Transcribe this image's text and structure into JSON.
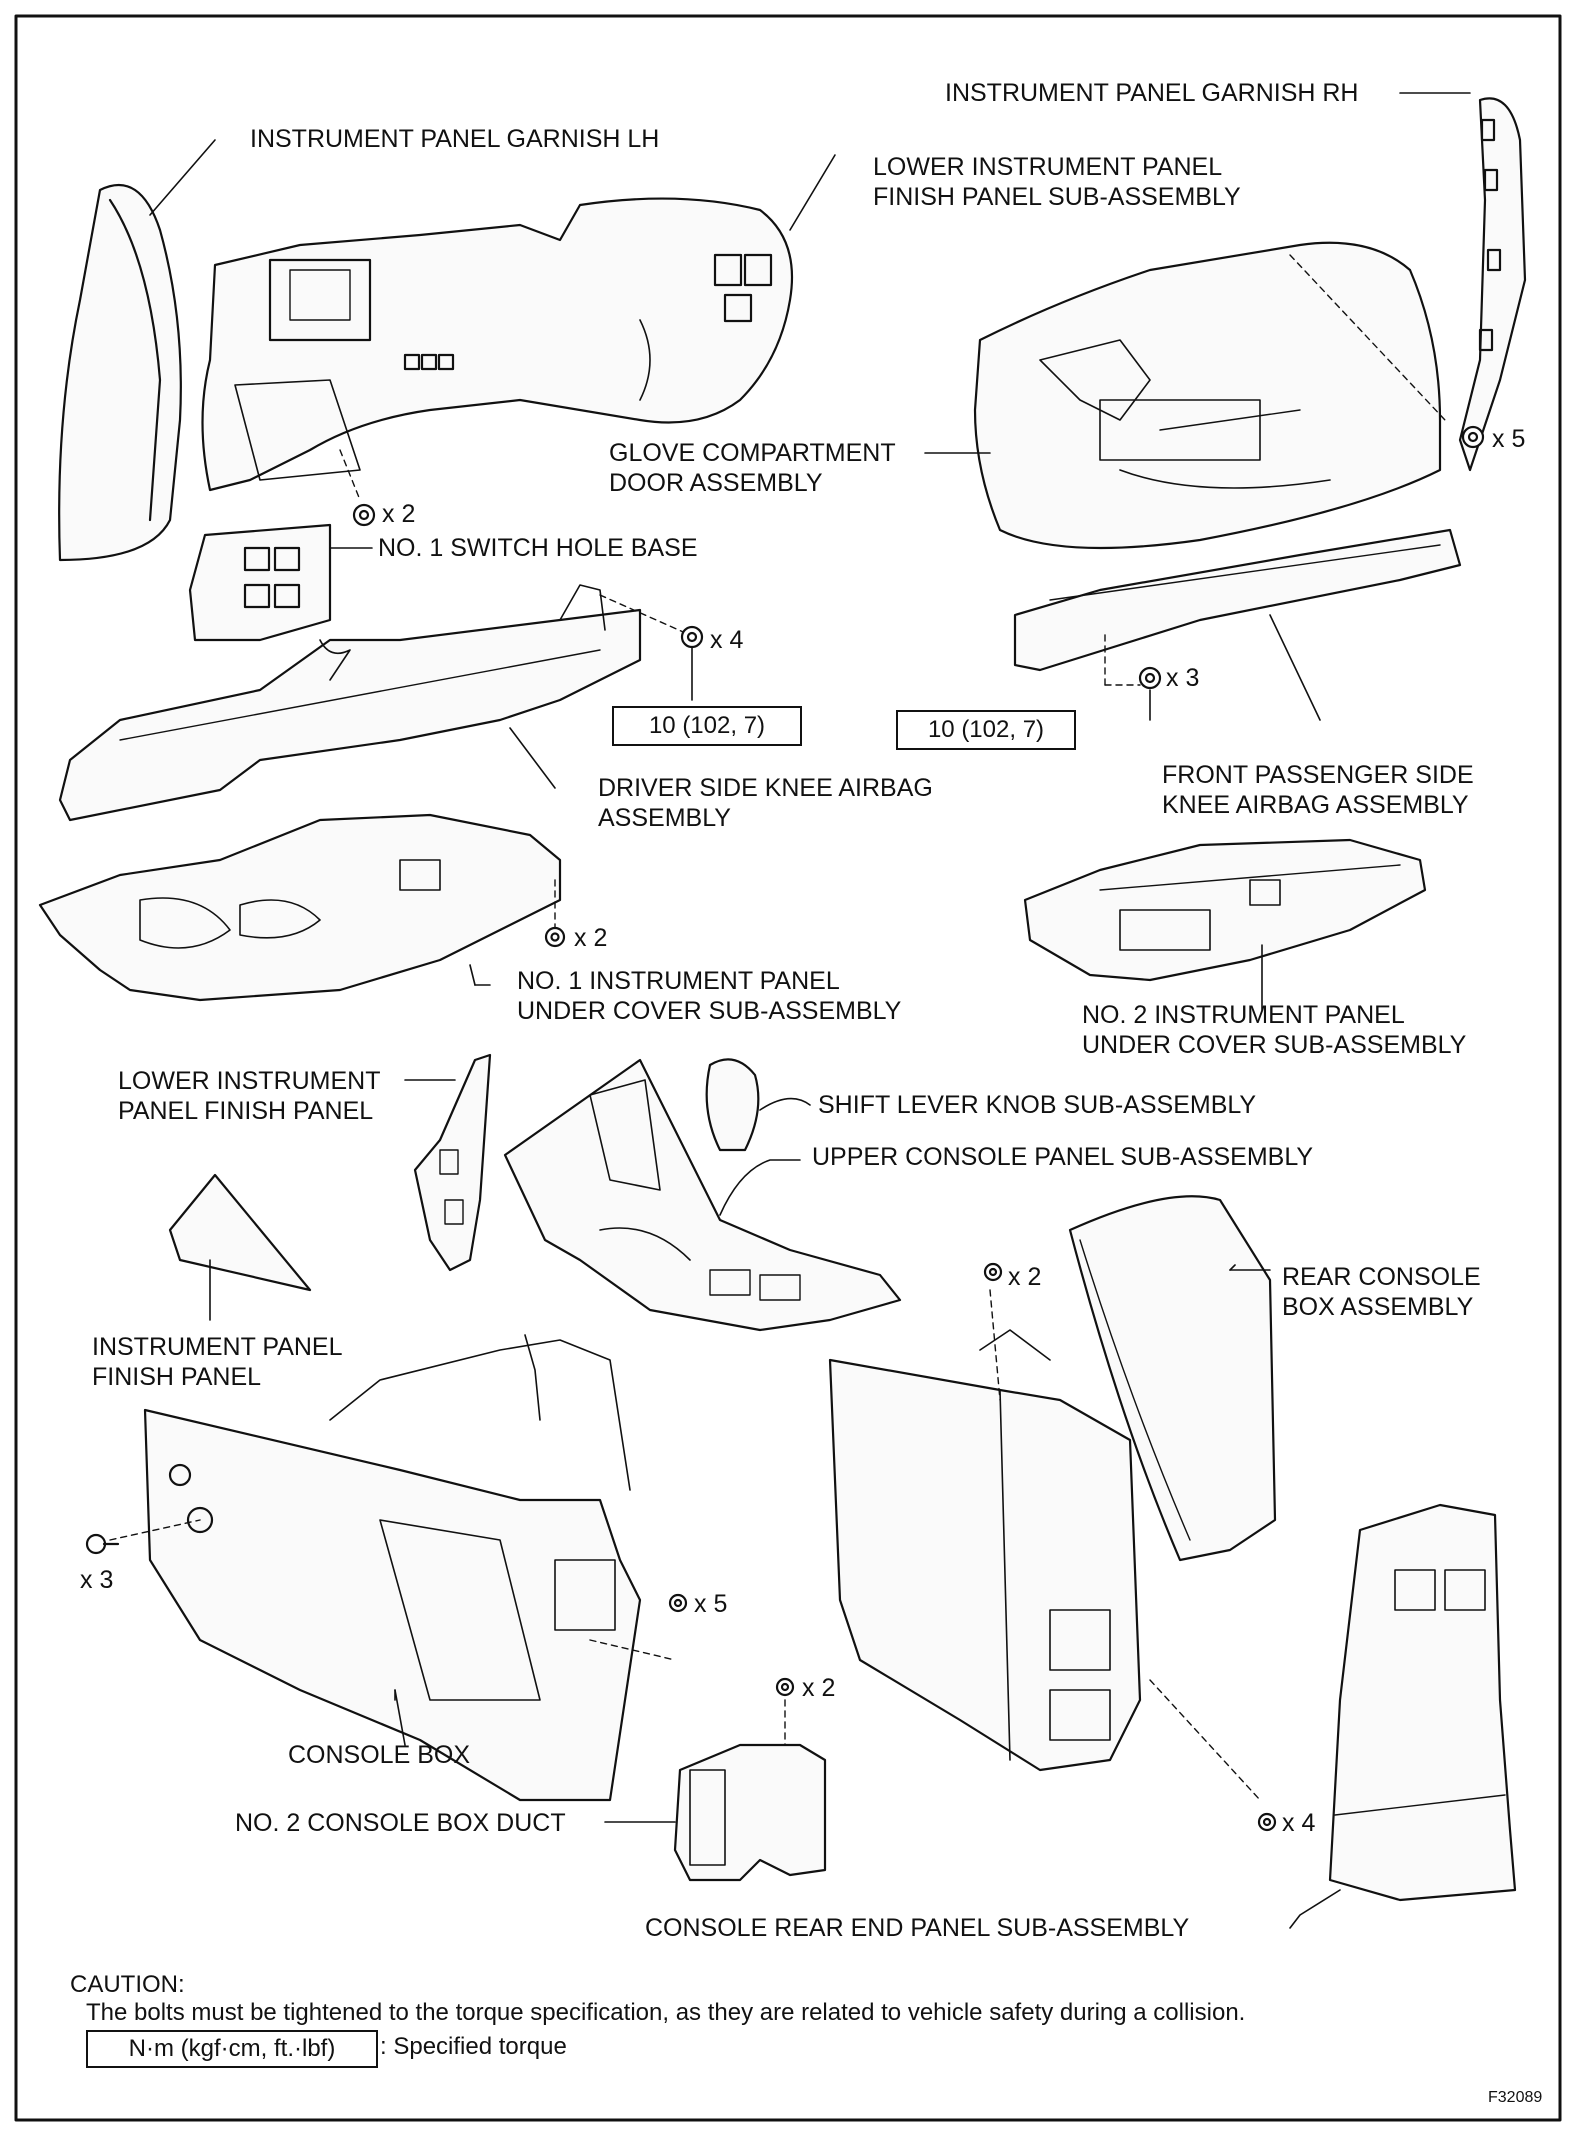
{
  "labels": {
    "garnish_rh": "INSTRUMENT PANEL GARNISH RH",
    "garnish_lh": "INSTRUMENT PANEL GARNISH LH",
    "lower_finish_sub_1": "LOWER INSTRUMENT PANEL",
    "lower_finish_sub_2": "FINISH PANEL SUB-ASSEMBLY",
    "glove_1": "GLOVE COMPARTMENT",
    "glove_2": "DOOR ASSEMBLY",
    "switch_base": "NO. 1 SWITCH HOLE BASE",
    "driver_airbag_1": "DRIVER SIDE KNEE AIRBAG",
    "driver_airbag_2": "ASSEMBLY",
    "passenger_airbag_1": "FRONT PASSENGER SIDE",
    "passenger_airbag_2": "KNEE AIRBAG ASSEMBLY",
    "under_cover_1_a": "NO. 1 INSTRUMENT PANEL",
    "under_cover_1_b": "UNDER COVER SUB-ASSEMBLY",
    "under_cover_2_a": "NO. 2 INSTRUMENT PANEL",
    "under_cover_2_b": "UNDER COVER SUB-ASSEMBLY",
    "lower_finish_1": "LOWER INSTRUMENT",
    "lower_finish_2": "PANEL FINISH PANEL",
    "shift_knob": "SHIFT LEVER KNOB SUB-ASSEMBLY",
    "upper_console": "UPPER CONSOLE PANEL SUB-ASSEMBLY",
    "rear_box_1": "REAR CONSOLE",
    "rear_box_2": "BOX ASSEMBLY",
    "finish_panel_1": "INSTRUMENT PANEL",
    "finish_panel_2": "FINISH PANEL",
    "console_box": "CONSOLE BOX",
    "duct": "NO. 2 CONSOLE BOX DUCT",
    "rear_end": "CONSOLE REAR END PANEL SUB-ASSEMBLY"
  },
  "quantities": {
    "q_lower_finish": "x 2",
    "q_garnish_rh": "x 5",
    "q_driver_airbag": "x 4",
    "q_passenger_airbag": "x 3",
    "q_under_cover_1": "x 2",
    "q_rear_box": "x 2",
    "q_console_clip": "x 3",
    "q_console_bolt": "x 5",
    "q_duct": "x 2",
    "q_rear_end": "x 4"
  },
  "torque": {
    "driver": "10 (102, 7)",
    "passenger": "10 (102, 7)"
  },
  "caution": {
    "title": "CAUTION:",
    "text": "The bolts must be tightened to the torque specification, as they are related to vehicle safety during a collision.",
    "legend_box": "N·m (kgf·cm, ft.·lbf)",
    "legend_text": ": Specified torque"
  },
  "figure_id": "F32089"
}
